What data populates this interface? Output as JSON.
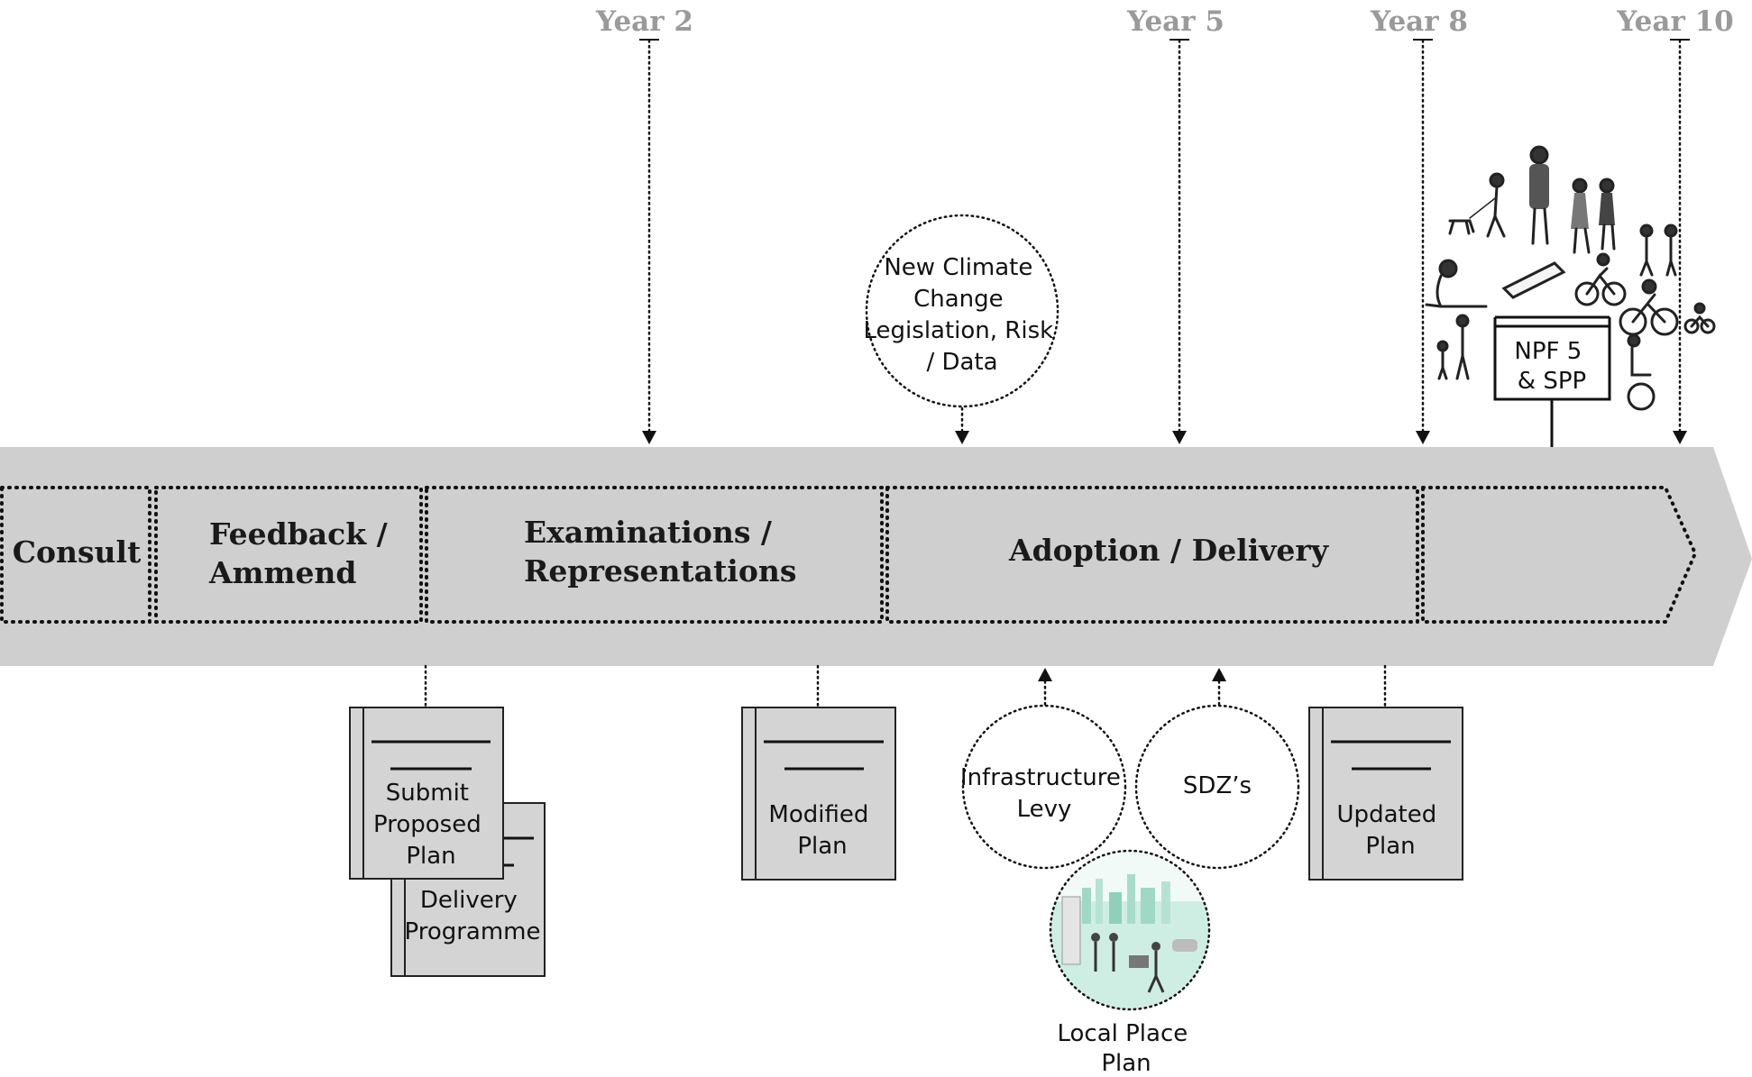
{
  "timeline": {
    "years": [
      "Year 2",
      "Year 5",
      "Year 8",
      "Year 10"
    ],
    "stages": [
      "Consult",
      "Feedback / Ammend",
      "Examinations / Representations",
      "Adoption / Delivery",
      ""
    ]
  },
  "inputs": {
    "climate": "New Climate Change Legislation, Risk / Data",
    "npf": "NPF 5 & SPP",
    "infrastructure_levy": "Infrastructure Levy",
    "sdz": "SDZ’s",
    "local_place_plan": "Local Place Plan"
  },
  "documents": {
    "submit": "Submit Proposed Plan",
    "delivery": "Delivery Programme",
    "modified": "Modified Plan",
    "updated": "Updated Plan"
  },
  "colors": {
    "band": "#cfcfcf",
    "doc_fill": "#d4d4d4",
    "year_text": "#9a9a9a",
    "ink": "#111111"
  },
  "icons": {
    "people_illustration": "people-walking-cycling-illustration",
    "local_place_image": "cityscape-street-illustration"
  }
}
